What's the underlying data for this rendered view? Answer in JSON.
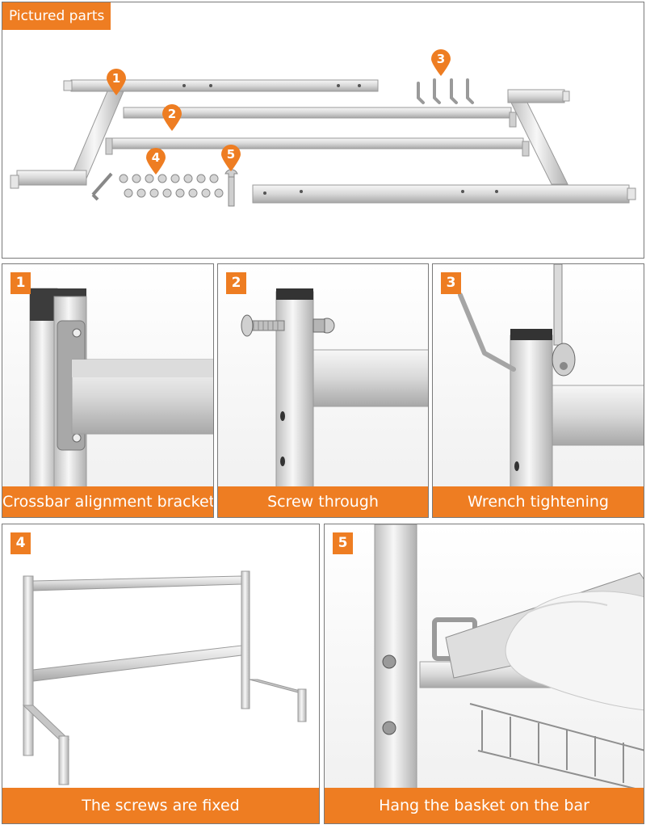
{
  "header": {
    "title": "Pictured parts"
  },
  "colors": {
    "accent": "#ee7d22",
    "steel_light": "#f4f4f4",
    "steel_mid": "#cfcfcf",
    "steel_dark": "#8c8c8c",
    "border": "#7a7a7a"
  },
  "parts_markers": [
    "1",
    "2",
    "3",
    "4",
    "5"
  ],
  "steps": [
    {
      "number": "1",
      "caption": "Crossbar alignment bracket"
    },
    {
      "number": "2",
      "caption": "Screw through"
    },
    {
      "number": "3",
      "caption": "Wrench tightening"
    },
    {
      "number": "4",
      "caption": "The screws are fixed"
    },
    {
      "number": "5",
      "caption": "Hang the basket on the bar"
    }
  ]
}
